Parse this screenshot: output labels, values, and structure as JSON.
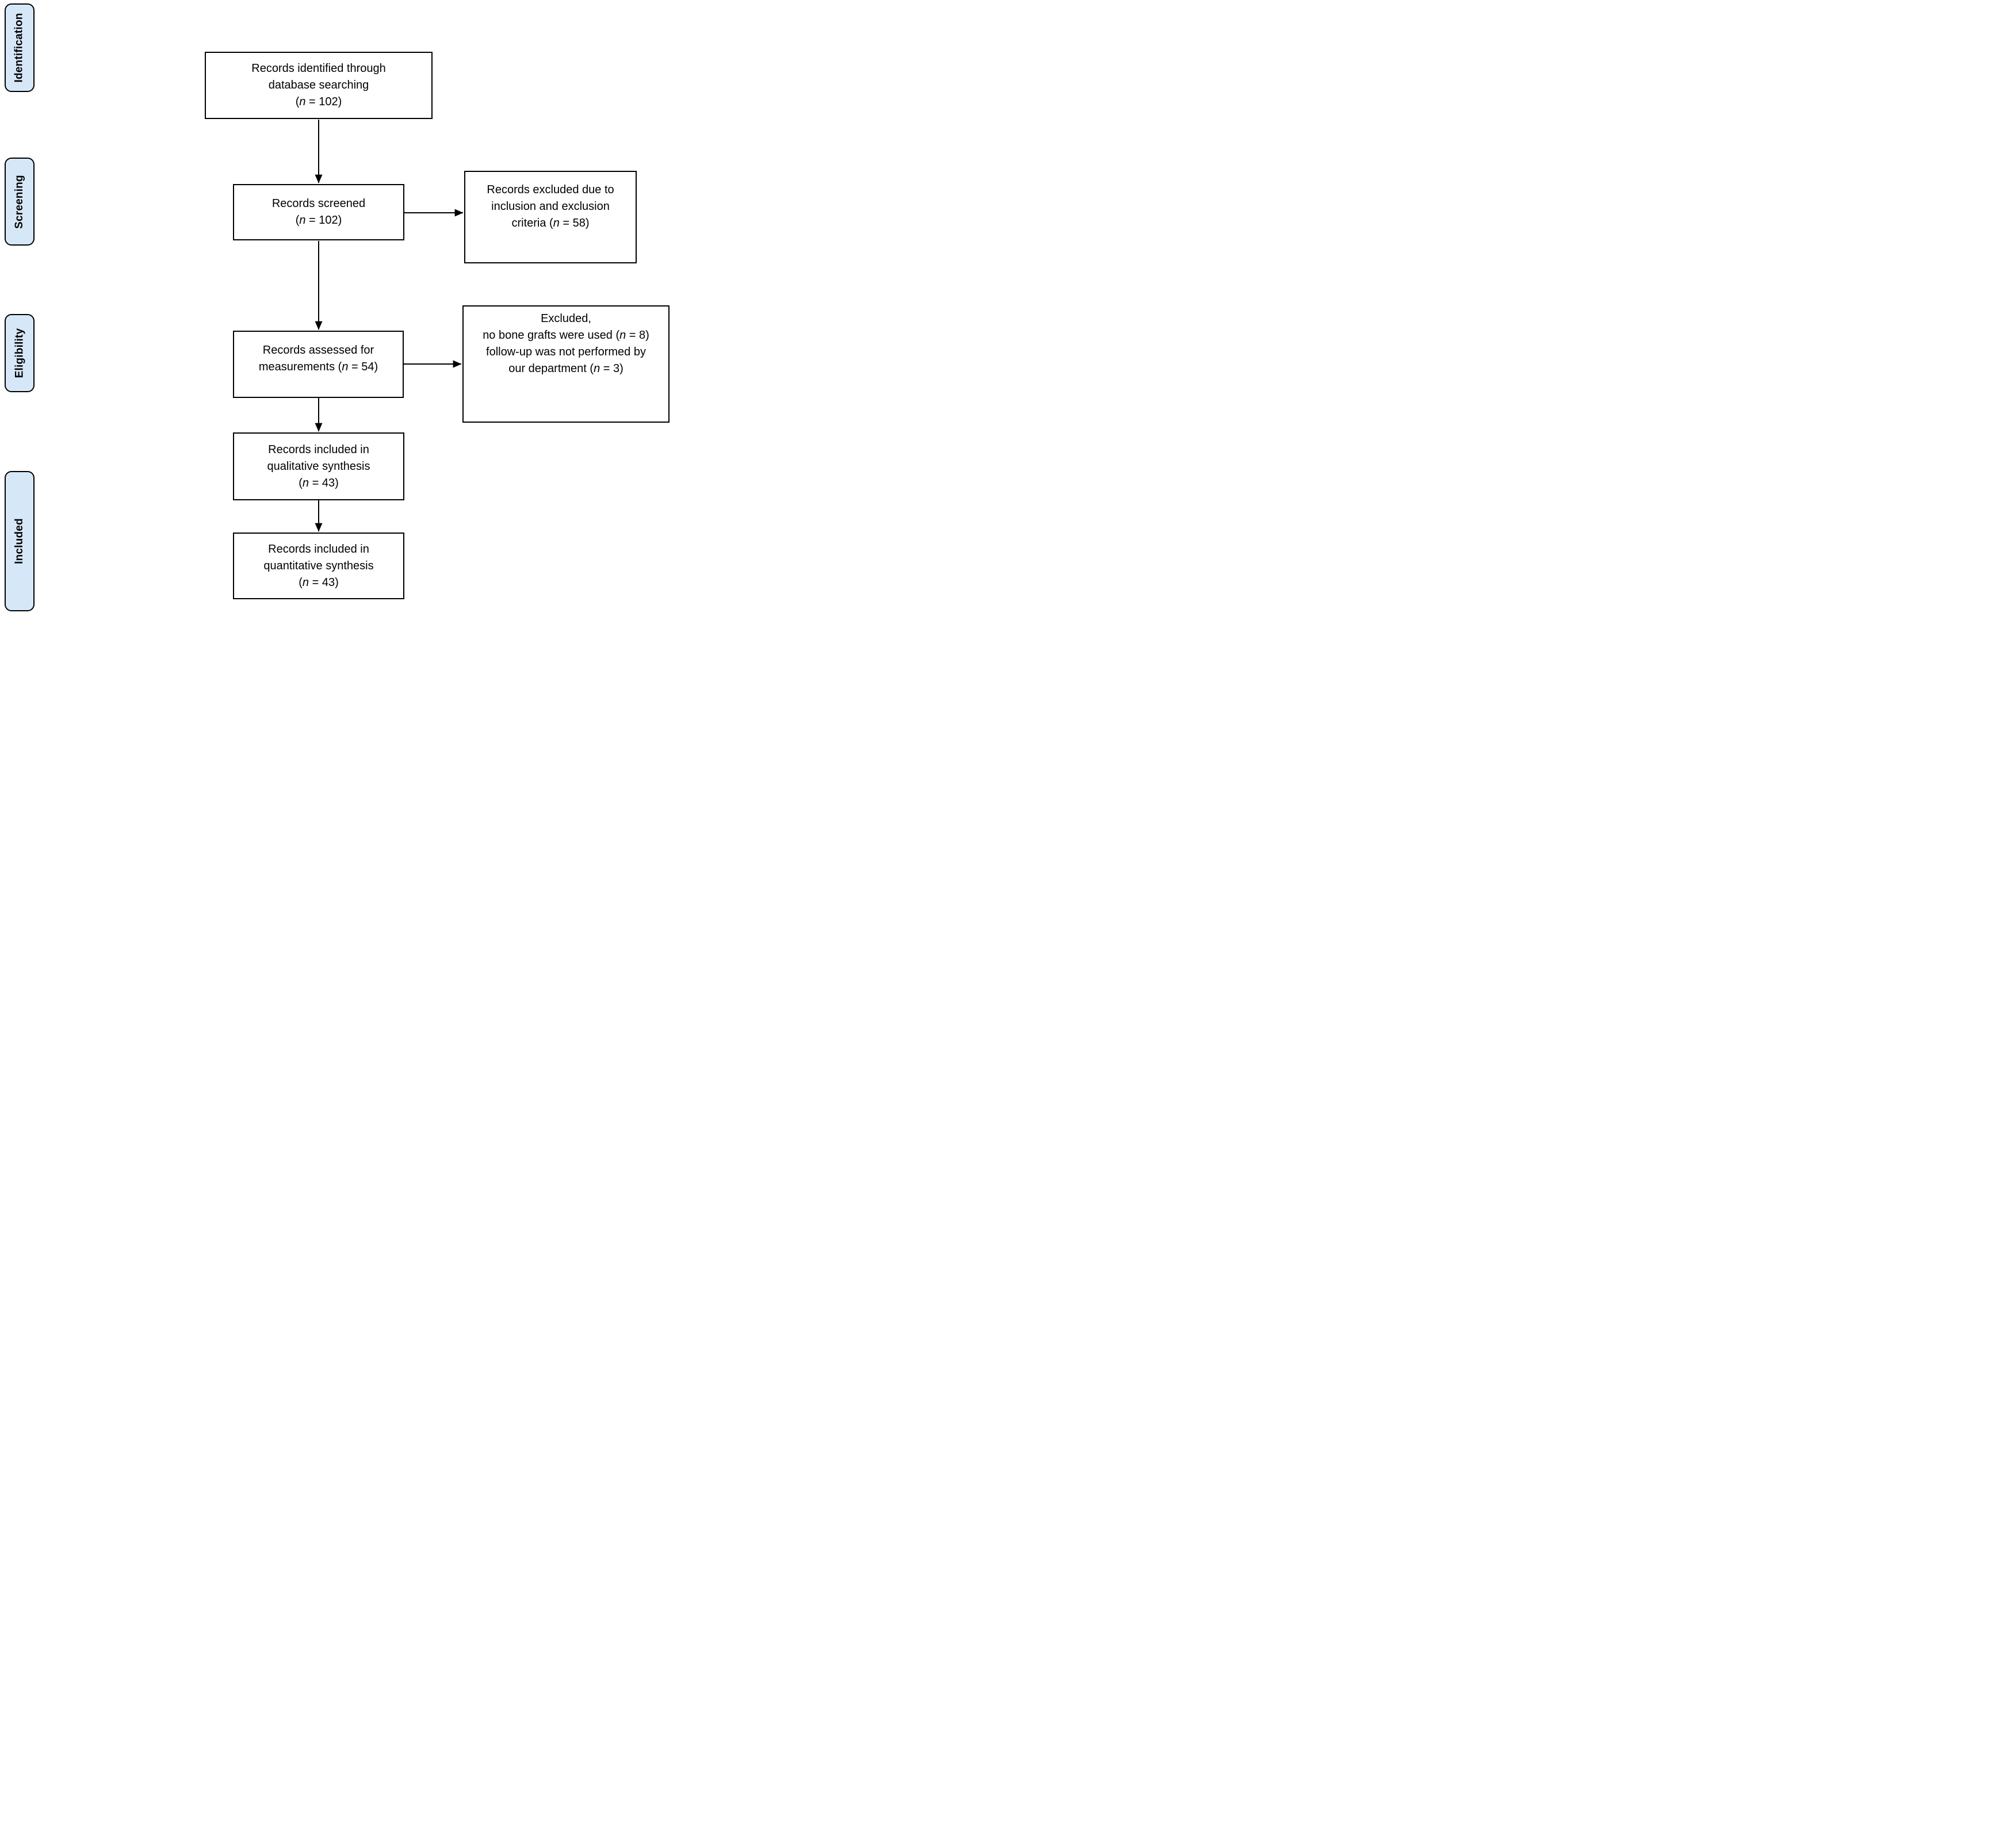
{
  "colors": {
    "stage_fill": "#d6e8f8",
    "border": "#000000",
    "box_fill": "#ffffff",
    "arrow": "#000000",
    "text": "#000000"
  },
  "stages": [
    {
      "label": "Identification"
    },
    {
      "label": "Screening"
    },
    {
      "label": "Eligibility"
    },
    {
      "label": "Included"
    }
  ],
  "flow_boxes": [
    {
      "name": "records-identified",
      "lines": [
        "Records identified through",
        "database searching",
        "(n = 102)"
      ]
    },
    {
      "name": "records-screened",
      "lines": [
        "Records screened",
        "(n = 102)"
      ]
    },
    {
      "name": "records-assessed",
      "lines": [
        "Records assessed for",
        "measurements (n = 54)"
      ]
    },
    {
      "name": "qualitative-synthesis",
      "lines": [
        "Records included in",
        "qualitative synthesis",
        "(n = 43)"
      ]
    },
    {
      "name": "quantitative-synthesis",
      "lines": [
        "Records included in",
        "quantitative synthesis",
        "(n = 43)"
      ]
    }
  ],
  "exclusion_boxes": [
    {
      "name": "excluded-screening",
      "lines": [
        "Records excluded due to",
        "inclusion and exclusion",
        "criteria (n = 58)"
      ]
    },
    {
      "name": "excluded-eligibility",
      "lines": [
        "Excluded,",
        "no bone grafts were used (n = 8)",
        "follow-up was not performed by",
        "our department (n = 3)"
      ]
    }
  ],
  "connections": [
    {
      "from": "records-identified",
      "to": "records-screened",
      "direction": "down"
    },
    {
      "from": "records-screened",
      "to": "excluded-screening",
      "direction": "right"
    },
    {
      "from": "records-screened",
      "to": "records-assessed",
      "direction": "down"
    },
    {
      "from": "records-assessed",
      "to": "excluded-eligibility",
      "direction": "right"
    },
    {
      "from": "records-assessed",
      "to": "qualitative-synthesis",
      "direction": "down"
    },
    {
      "from": "qualitative-synthesis",
      "to": "quantitative-synthesis",
      "direction": "down"
    }
  ]
}
